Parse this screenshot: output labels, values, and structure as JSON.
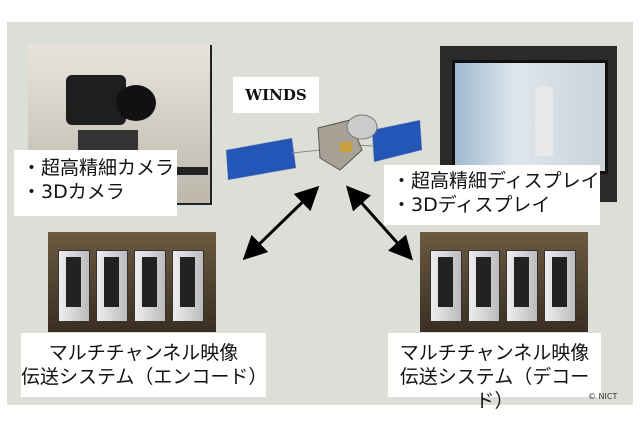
{
  "satellite": {
    "name": "WINDS"
  },
  "camera": {
    "lines": [
      "・超高精細カメラ",
      "・3Dカメラ"
    ]
  },
  "display": {
    "lines": [
      "・超高精細ディスプレイ",
      "・3Dディスプレイ"
    ]
  },
  "encoder": {
    "lines": [
      "マルチチャンネル映像",
      "伝送システム（エンコード）"
    ]
  },
  "decoder": {
    "lines": [
      "マルチチャンネル映像",
      "伝送システム（デコード）"
    ]
  },
  "credit": "© NICT"
}
